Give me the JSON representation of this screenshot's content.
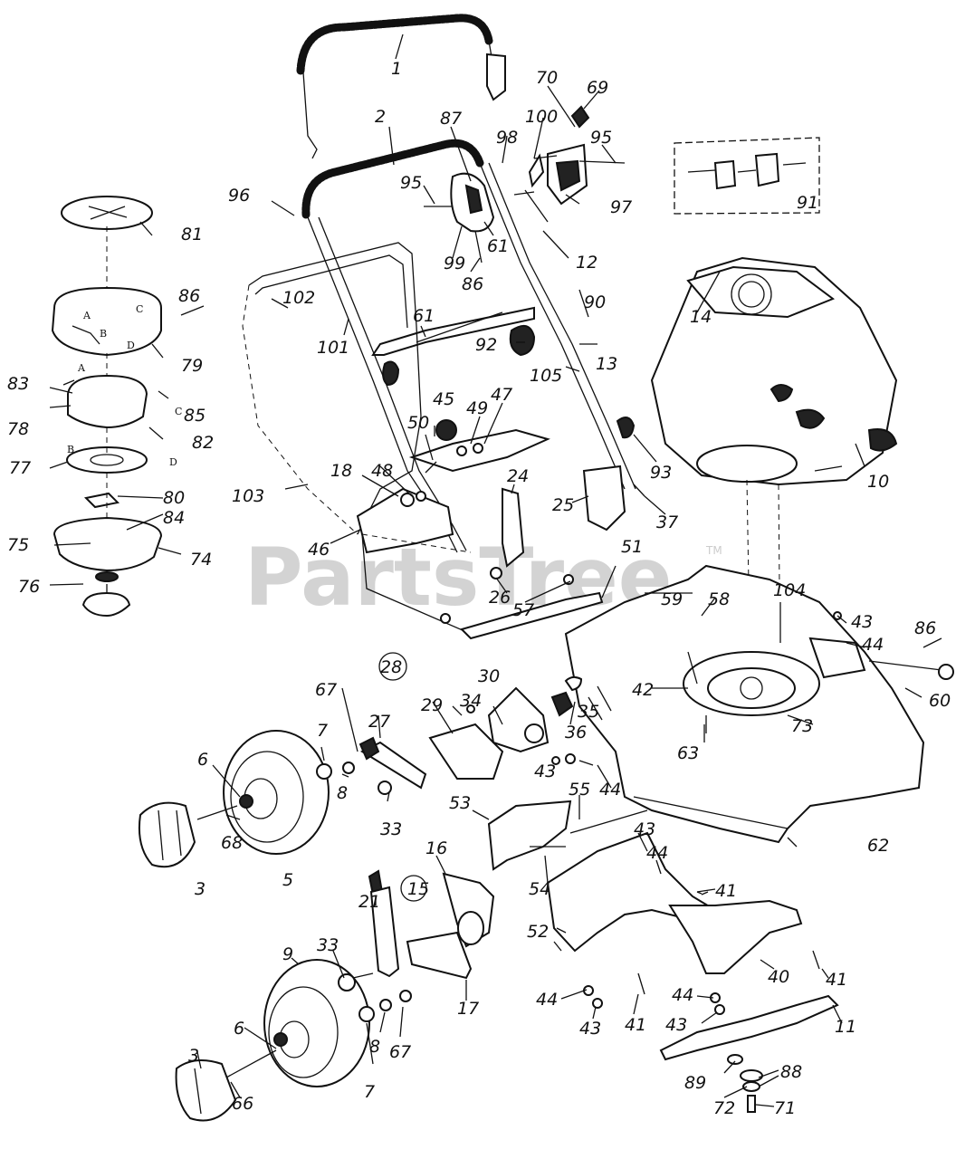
{
  "watermark": "PartsTree",
  "watermark_tm": "TM",
  "sub_letters": [
    "A",
    "B",
    "C",
    "D"
  ],
  "callouts": {
    "c1": "1",
    "c2": "2",
    "c3a": "3",
    "c3b": "3",
    "c5": "5",
    "c6a": "6",
    "c6b": "6",
    "c7a": "7",
    "c7b": "7",
    "c8a": "8",
    "c8b": "8",
    "c9": "9",
    "c10": "10",
    "c11": "11",
    "c12": "12",
    "c13": "13",
    "c14": "14",
    "c15": "15",
    "c16": "16",
    "c17": "17",
    "c18": "18",
    "c21": "21",
    "c24": "24",
    "c25": "25",
    "c26": "26",
    "c27": "27",
    "c28": "28",
    "c29": "29",
    "c30": "30",
    "c33a": "33",
    "c33b": "33",
    "c34": "34",
    "c35": "35",
    "c36": "36",
    "c37": "37",
    "c40": "40",
    "c41a": "41",
    "c41b": "41",
    "c41c": "41",
    "c42": "42",
    "c43a": "43",
    "c43b": "43",
    "c43c": "43",
    "c43d": "43",
    "c43e": "43",
    "c44a": "44",
    "c44b": "44",
    "c44c": "44",
    "c44d": "44",
    "c44e": "44",
    "c45": "45",
    "c46": "46",
    "c47": "47",
    "c48": "48",
    "c49": "49",
    "c50": "50",
    "c51": "51",
    "c52": "52",
    "c53": "53",
    "c54": "54",
    "c55": "55",
    "c57": "57",
    "c58": "58",
    "c59": "59",
    "c60": "60",
    "c61a": "61",
    "c61b": "61",
    "c62": "62",
    "c63": "63",
    "c66": "66",
    "c67a": "67",
    "c67b": "67",
    "c68": "68",
    "c69": "69",
    "c70": "70",
    "c71": "71",
    "c72": "72",
    "c73": "73",
    "c74": "74",
    "c75": "75",
    "c76": "76",
    "c77": "77",
    "c78": "78",
    "c79": "79",
    "c80": "80",
    "c81": "81",
    "c82": "82",
    "c83": "83",
    "c84": "84",
    "c85": "85",
    "c86a": "86",
    "c86b": "86",
    "c86c": "86",
    "c87": "87",
    "c88": "88",
    "c89": "89",
    "c90": "90",
    "c91": "91",
    "c92": "92",
    "c93": "93",
    "c95a": "95",
    "c95b": "95",
    "c96": "96",
    "c97": "97",
    "c98": "98",
    "c99": "99",
    "c100": "100",
    "c101": "101",
    "c102": "102",
    "c103": "103",
    "c104": "104",
    "c105": "105"
  }
}
